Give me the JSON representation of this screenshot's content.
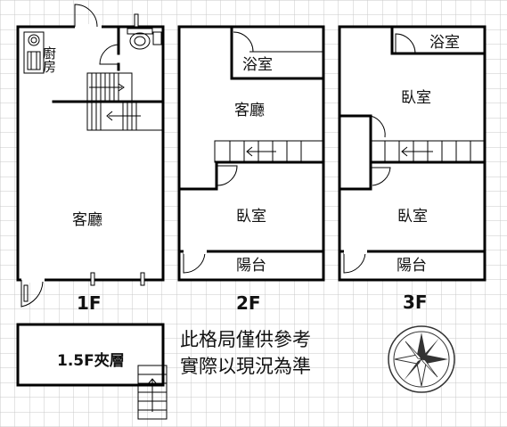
{
  "floors": {
    "f1": {
      "label": "1F",
      "kitchen": "廚房",
      "living": "客廳"
    },
    "f2": {
      "label": "2F",
      "bath": "浴室",
      "living": "客廳",
      "bedroom": "臥室",
      "balcony": "陽台"
    },
    "f3": {
      "label": "3F",
      "bath": "浴室",
      "bedroom_top": "臥室",
      "bedroom_bottom": "臥室",
      "balcony": "陽台"
    },
    "mezzanine": {
      "label": "1.5F夾層"
    }
  },
  "disclaimer": {
    "line1": "此格局僅供參考",
    "line2": "實際以現況為準"
  },
  "colors": {
    "grid": "#c9c9c9",
    "wall": "#000000",
    "compass": "#333333"
  },
  "icons": [
    "compass-icon",
    "stove-icon",
    "toilet-icon",
    "sink-icon",
    "stairs-icon"
  ]
}
